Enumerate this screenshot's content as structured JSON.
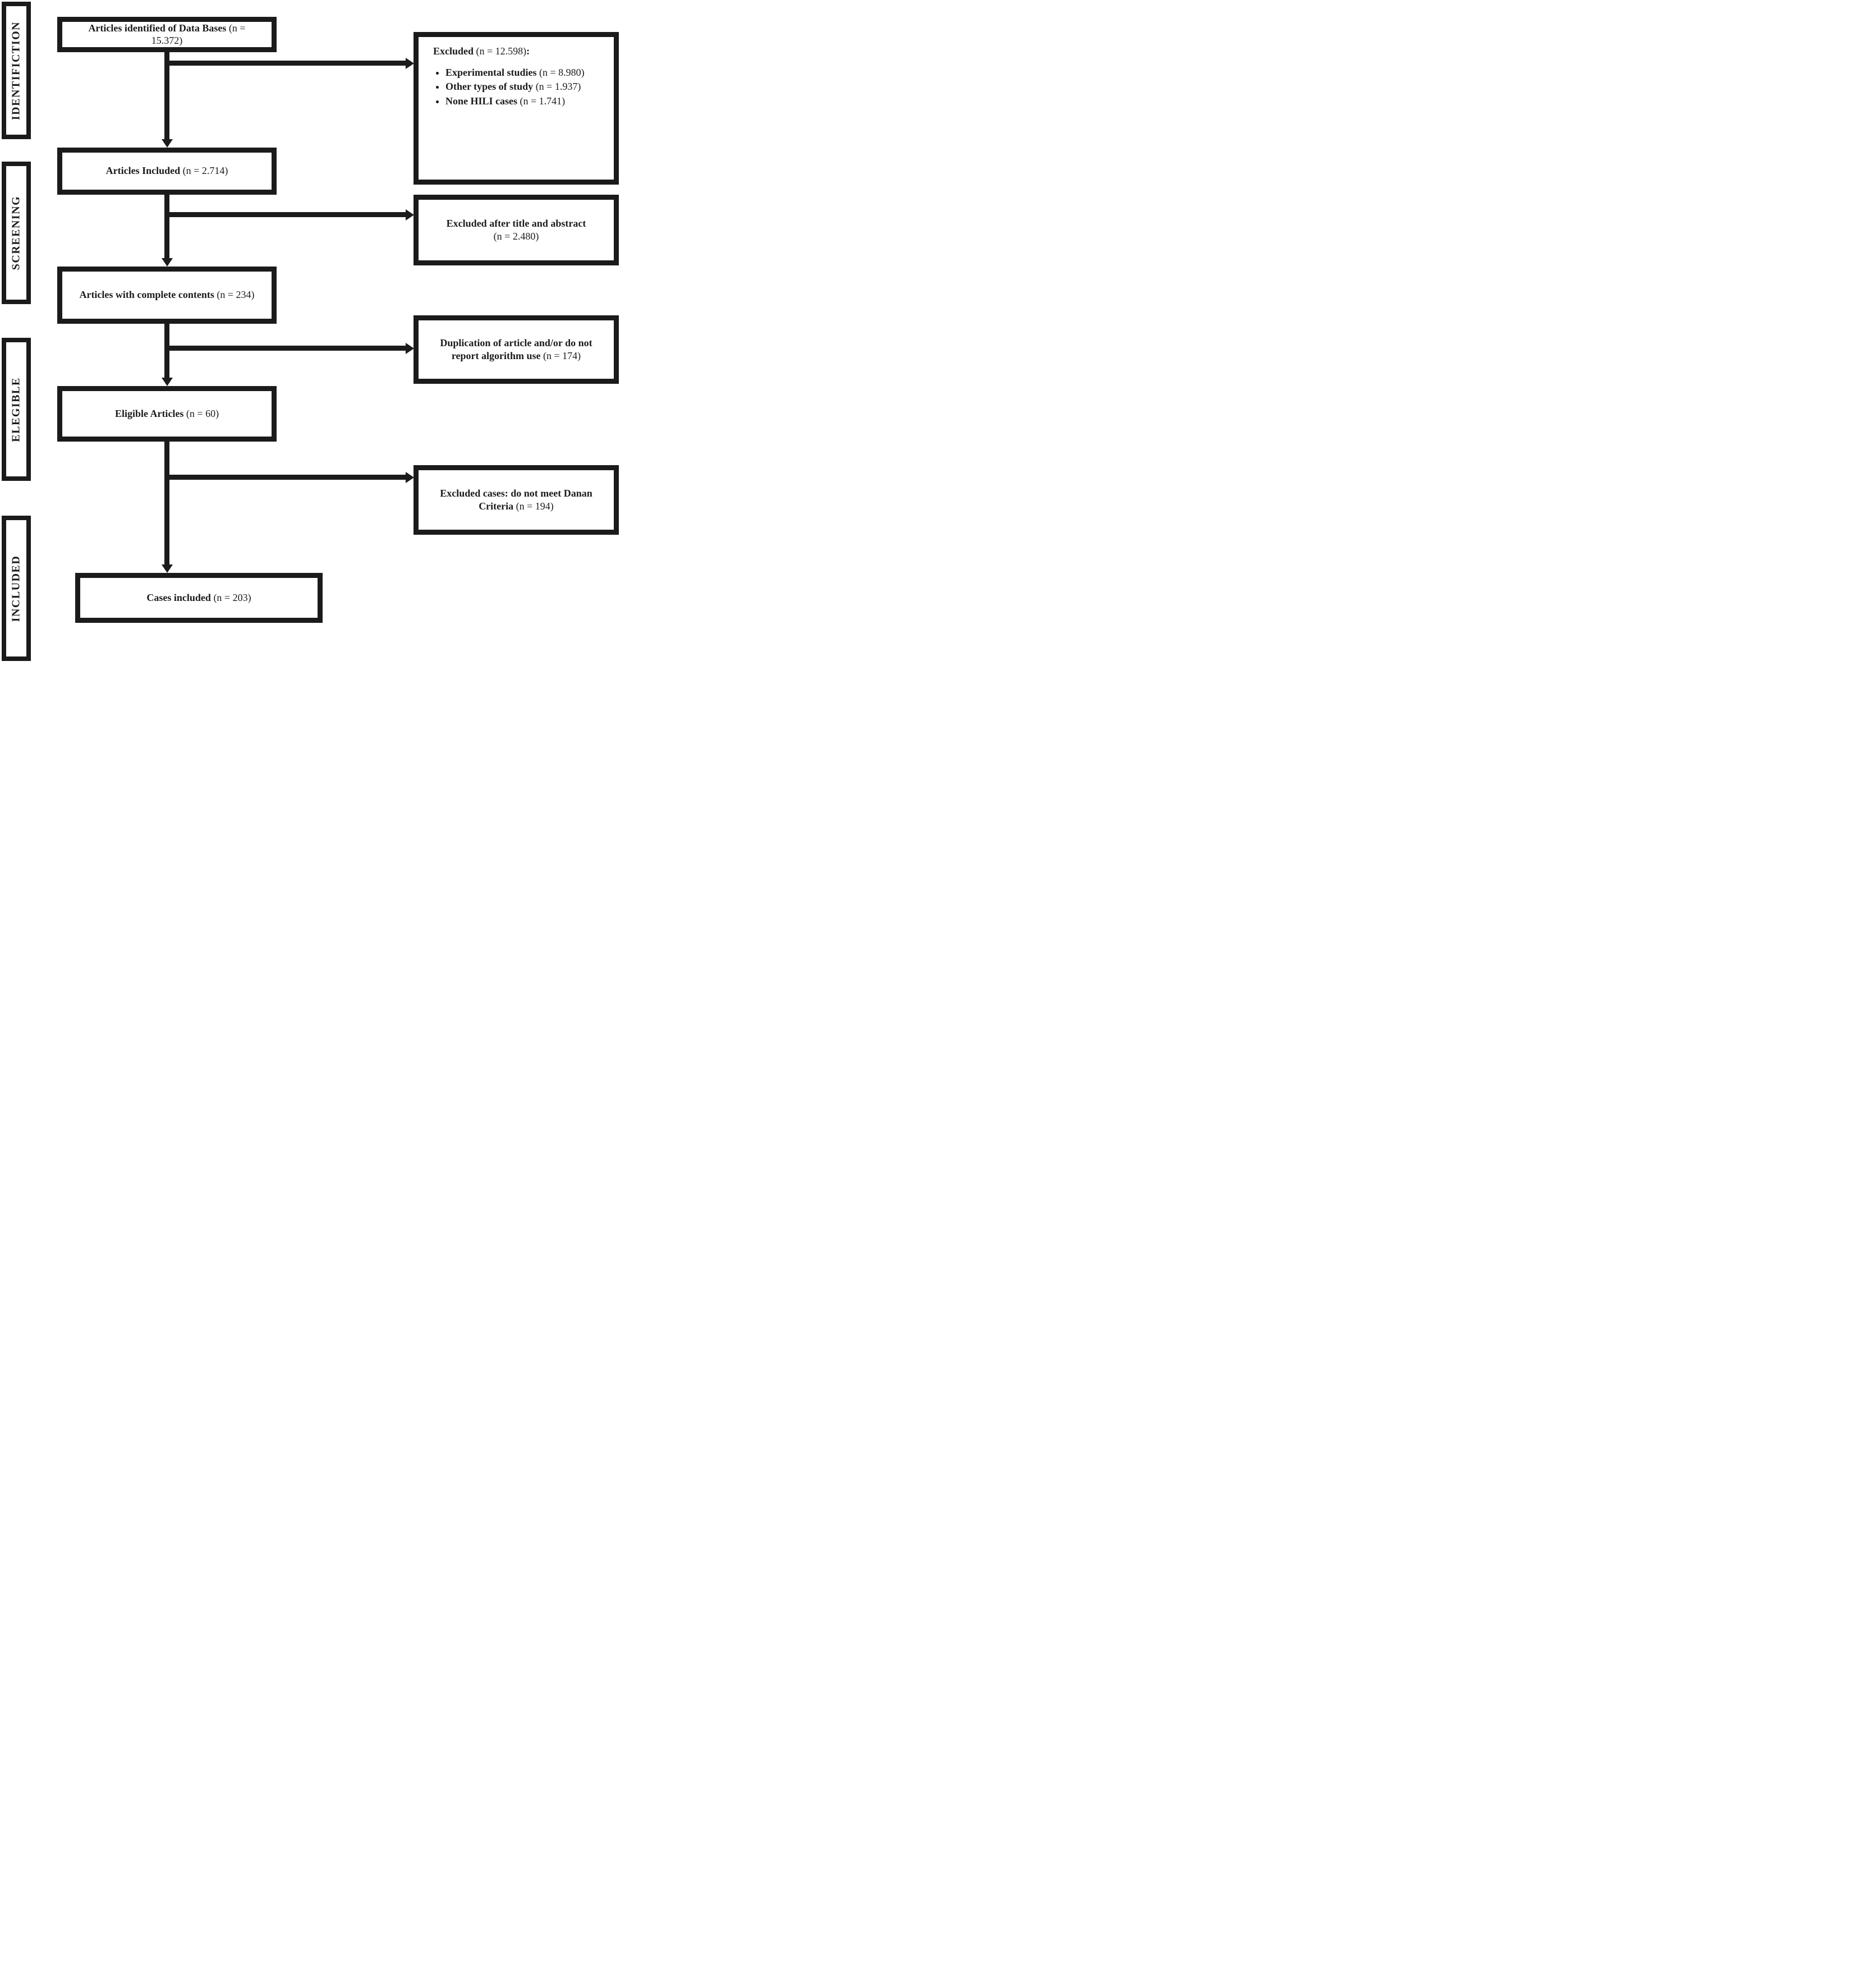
{
  "colors": {
    "ink": "#1b1b1b",
    "background": "#ffffff"
  },
  "stages": [
    {
      "label": "IDENTIFICTION"
    },
    {
      "label": "SCREENING"
    },
    {
      "label": "ELEGIBLE"
    },
    {
      "label": "INCLUDED"
    }
  ],
  "flow_boxes": [
    {
      "main": "Articles identified of Data Bases",
      "n": "(n = 15.372)"
    },
    {
      "main": "Articles Included",
      "n": "(n = 2.714)"
    },
    {
      "main": "Articles with complete contents",
      "n": "(n = 234)"
    },
    {
      "main": "Eligible Articles",
      "n": "(n = 60)"
    },
    {
      "main": "Cases included",
      "n": "(n = 203)"
    }
  ],
  "exclusions": [
    {
      "main": "Excluded",
      "n": "(n = 12.598)",
      "suffix": ":",
      "bullets": [
        {
          "main": "Experimental studies",
          "n": "(n = 8.980)"
        },
        {
          "main": "Other types of study",
          "n": "(n = 1.937)"
        },
        {
          "main": "None HILI cases",
          "n": "(n = 1.741)"
        }
      ]
    },
    {
      "main": "Excluded after title and abstract",
      "n": "(n = 2.480)"
    },
    {
      "main": "Duplication of article and/or do not report algorithm use",
      "n": "(n = 174)"
    },
    {
      "main": "Excluded cases: do not meet Danan Criteria",
      "n": "(n = 194)"
    }
  ]
}
